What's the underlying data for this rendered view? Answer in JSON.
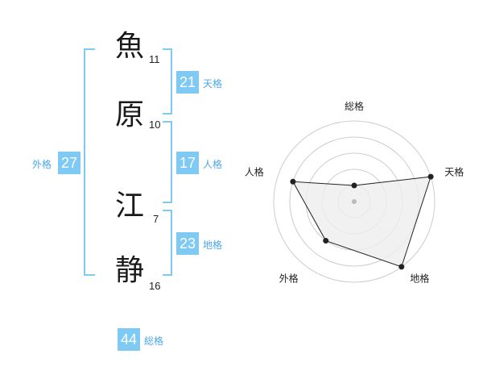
{
  "name": {
    "chars": [
      {
        "char": "魚",
        "strokes": "11"
      },
      {
        "char": "原",
        "strokes": "10"
      },
      {
        "char": "江",
        "strokes": "7"
      },
      {
        "char": "静",
        "strokes": "16"
      }
    ]
  },
  "kaku": {
    "tenkaku": {
      "value": "21",
      "label": "天格"
    },
    "jinkaku": {
      "value": "17",
      "label": "人格"
    },
    "chikaku": {
      "value": "23",
      "label": "地格"
    },
    "gaikaku": {
      "value": "27",
      "label": "外格"
    },
    "soukaku": {
      "value": "44",
      "label": "総格"
    }
  },
  "chart_data": {
    "type": "radar",
    "axes": [
      "総格",
      "天格",
      "地格",
      "外格",
      "人格"
    ],
    "values": [
      1,
      5,
      5,
      3,
      4
    ],
    "max": 5,
    "rings": 5,
    "colors": {
      "fill": "#eeeeee",
      "line": "#222222",
      "grid": "#cccccc",
      "center": "#bbbbbb"
    }
  }
}
